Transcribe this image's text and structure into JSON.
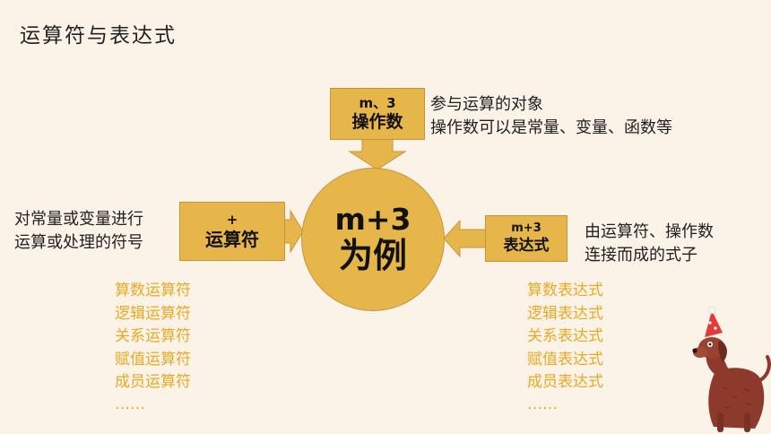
{
  "title": "运算符与表达式",
  "operand": {
    "box_line1": "m、3",
    "box_line2": "操作数",
    "desc": [
      "参与运算的对象",
      "操作数可以是常量、变量、函数等"
    ]
  },
  "operator": {
    "box_line1": "+",
    "box_line2": "运算符",
    "desc": [
      "对常量或变量进行",
      "运算或处理的符号"
    ],
    "examples": [
      "算数运算符",
      "逻辑运算符",
      "关系运算符",
      "赋值运算符",
      "成员运算符",
      "……"
    ]
  },
  "expression": {
    "box_line1": "m+3",
    "box_line2": "表达式",
    "desc": [
      "由运算符、操作数",
      "连接而成的式子"
    ],
    "examples": [
      "算数表达式",
      "逻辑表达式",
      "关系表达式",
      "赋值表达式",
      "成员表达式",
      "……"
    ]
  },
  "center": {
    "line1": "m+3",
    "line2": "为例"
  },
  "colors": {
    "background": "#fcf3e8",
    "accent": "#e7b64a",
    "accent_border": "#c6943a",
    "list_text": "#e8a923"
  },
  "decoration": {
    "icon": "party-dog-icon"
  }
}
